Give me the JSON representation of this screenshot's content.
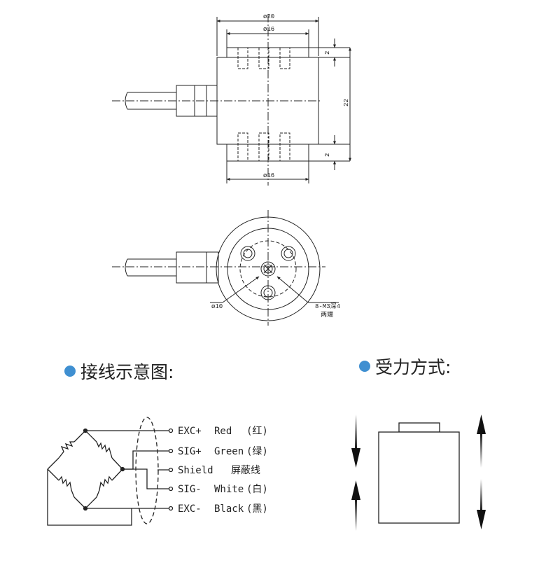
{
  "dimensions": {
    "d20": "ø20",
    "d16_top": "ø16",
    "d16_bottom": "ø16",
    "h2_top": "2",
    "h22": "22",
    "h2_bottom": "2",
    "d10": "ø10",
    "thread_line1": "8-M3深4",
    "thread_line2": "两端"
  },
  "sections": {
    "wiring_title": "接线示意图:",
    "loading_title": "受力方式:"
  },
  "wiring": [
    {
      "code": "EXC+",
      "color": "Red",
      "cn": "(红)"
    },
    {
      "code": "SIG+",
      "color": "Green",
      "cn": "(绿)"
    },
    {
      "code": "Shield",
      "color": "",
      "cn": "屏蔽线"
    },
    {
      "code": "SIG-",
      "color": "White",
      "cn": "(白)"
    },
    {
      "code": "EXC-",
      "color": "Black",
      "cn": "(黑)"
    }
  ],
  "colors": {
    "bullet": "#3f8fd1",
    "line": "#222222"
  }
}
